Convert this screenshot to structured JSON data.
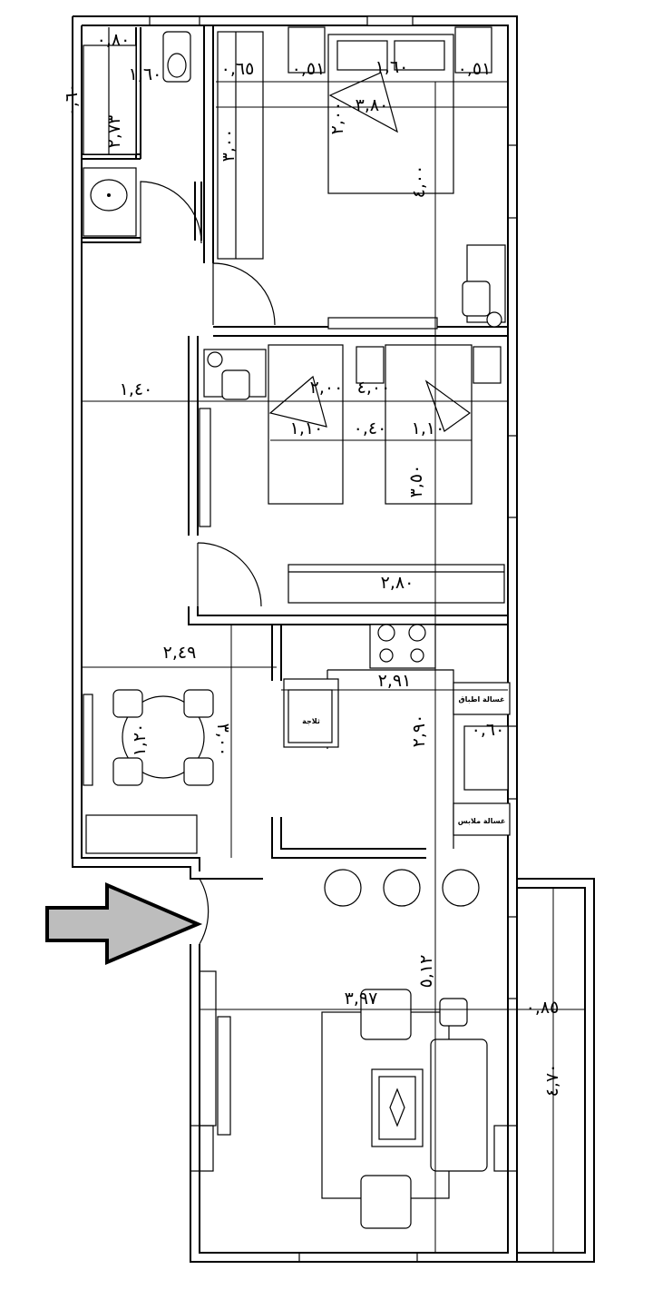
{
  "dimensions": {
    "d_080": "٠,٨٠",
    "d_160": "١,٦٠",
    "d_060": "٠,٦٠",
    "d_273": "٢,٧٣",
    "d_065": "٠,٦٥",
    "d_300_closet": "٣,٠٠",
    "d_051_left": "٠,٥١",
    "d_051_right": "٠,٥١",
    "d_160_bed": "١,٦٠",
    "d_380": "٣,٨٠",
    "d_200_master": "٢,٠٠",
    "d_400_master": "٤,٠٠",
    "d_140": "١,٤٠",
    "d_200_kids": "٢,٠٠",
    "d_400_kids": "٤,٠٠",
    "d_110_left": "١,١٠",
    "d_040": "٠,٤٠",
    "d_110_right": "١,١٠",
    "d_350": "٣,٥٠",
    "d_280": "٢,٨٠",
    "d_249": "٢,٤٩",
    "d_291": "٢,٩١",
    "d_290": "٢,٩٠",
    "d_060_kitchen": "٠,٦٠",
    "d_300_dining": "٣,٠٠",
    "d_120": "١,٢٠",
    "d_512": "٥,١٢",
    "d_397": "٣,٩٧",
    "d_085": "٠,٨٥",
    "d_470": "٤,٧٠"
  },
  "labels": {
    "fridge": "ثلاجة",
    "dishwasher": "غسالة اطباق",
    "washer": "غسالة ملابس"
  },
  "colors": {
    "wall": "#000000",
    "entry_arrow_fill": "#bdbdbd"
  }
}
